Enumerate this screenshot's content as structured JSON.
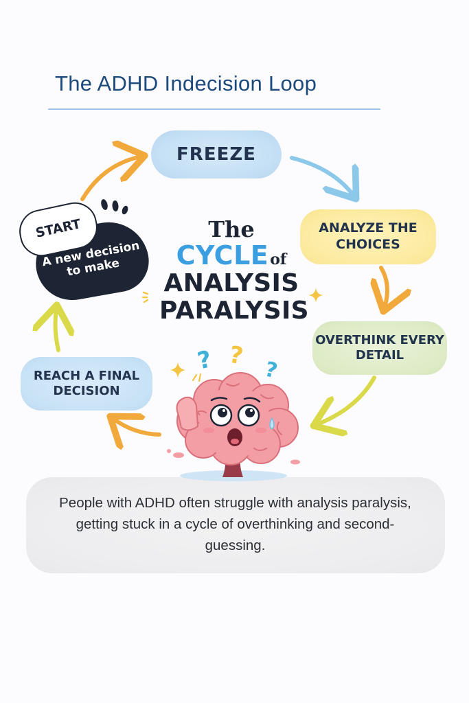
{
  "title": "The ADHD Indecision Loop",
  "cycle": {
    "start_label": "START",
    "start_text": "A new decision to make",
    "steps": [
      {
        "label": "FREEZE",
        "color": "#c3def4"
      },
      {
        "label": "ANALYZE THE CHOICES",
        "color": "#fbe99b"
      },
      {
        "label": "OVERTHINK EVERY DETAIL",
        "color": "#dceac4"
      },
      {
        "label": "REACH A FINAL DECISION",
        "color": "#c5e0f5"
      }
    ]
  },
  "center": {
    "the": "The",
    "cycle": "CYCLE",
    "of": "of",
    "line3": "ANALYSIS",
    "line4": "PARALYSIS"
  },
  "description": "People with ADHD often struggle with analysis paralysis, getting stuck in a cycle of overthinking and second-guessing.",
  "colors": {
    "title": "#1d4a7c",
    "accent_blue": "#3a9ee0",
    "dark": "#1d2433",
    "arrow_orange": "#f2a93b",
    "arrow_blue": "#8cc8ea",
    "arrow_yellow_green": "#d9d94a",
    "brain": "#f3a3a8"
  },
  "icons": [
    "brain-icon",
    "question-mark-icon",
    "sparkle-icon",
    "sweat-drop-icon"
  ]
}
